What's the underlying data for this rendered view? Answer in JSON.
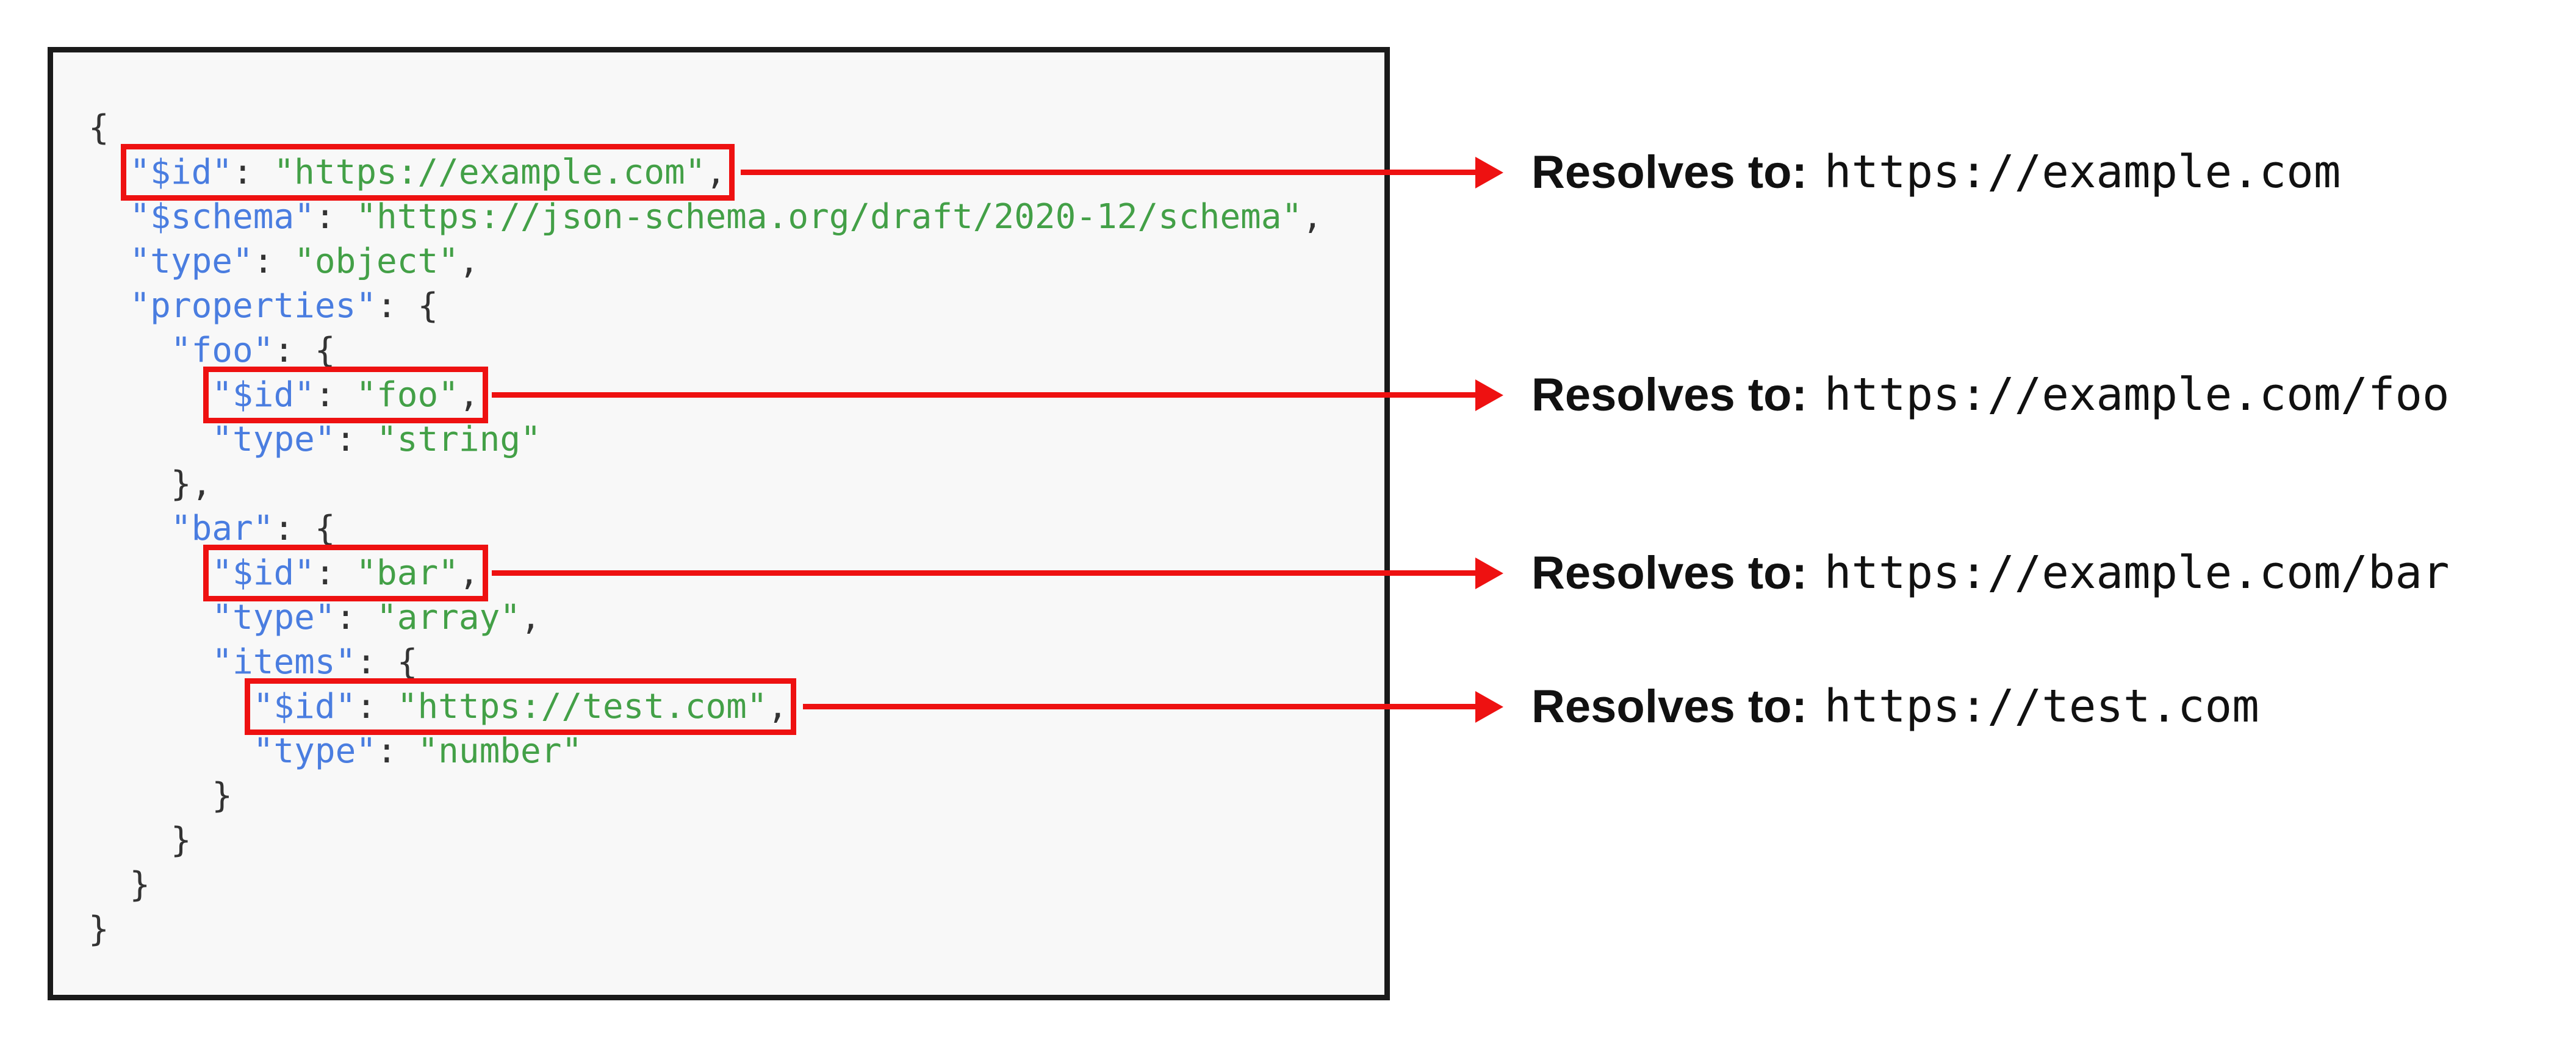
{
  "colors": {
    "accent_red": "#ee1111",
    "key_blue": "#4a7de0",
    "string_green": "#43a047",
    "punctuation": "#333333",
    "panel_border": "#1a1a1a",
    "panel_background": "#f8f8f8",
    "page_background": "#ffffff",
    "annotation_text": "#111111"
  },
  "code": {
    "lines": [
      [
        {
          "t": "{",
          "c": "p"
        }
      ],
      [
        {
          "t": "  ",
          "c": "p"
        },
        {
          "hl": true,
          "tokens": [
            {
              "t": "\"$id\"",
              "c": "k"
            },
            {
              "t": ": ",
              "c": "p"
            },
            {
              "t": "\"https://example.com\"",
              "c": "s"
            },
            {
              "t": ",",
              "c": "p"
            }
          ]
        }
      ],
      [
        {
          "t": "  ",
          "c": "p"
        },
        {
          "t": "\"$schema\"",
          "c": "k"
        },
        {
          "t": ": ",
          "c": "p"
        },
        {
          "t": "\"https://json-schema.org/draft/2020-12/schema\"",
          "c": "s"
        },
        {
          "t": ",",
          "c": "p"
        }
      ],
      [
        {
          "t": "  ",
          "c": "p"
        },
        {
          "t": "\"type\"",
          "c": "k"
        },
        {
          "t": ": ",
          "c": "p"
        },
        {
          "t": "\"object\"",
          "c": "s"
        },
        {
          "t": ",",
          "c": "p"
        }
      ],
      [
        {
          "t": "  ",
          "c": "p"
        },
        {
          "t": "\"properties\"",
          "c": "k"
        },
        {
          "t": ": {",
          "c": "p"
        }
      ],
      [
        {
          "t": "    ",
          "c": "p"
        },
        {
          "t": "\"foo\"",
          "c": "k"
        },
        {
          "t": ": {",
          "c": "p"
        }
      ],
      [
        {
          "t": "      ",
          "c": "p"
        },
        {
          "hl": true,
          "tokens": [
            {
              "t": "\"$id\"",
              "c": "k"
            },
            {
              "t": ": ",
              "c": "p"
            },
            {
              "t": "\"foo\"",
              "c": "s"
            },
            {
              "t": ",",
              "c": "p"
            }
          ]
        }
      ],
      [
        {
          "t": "      ",
          "c": "p"
        },
        {
          "t": "\"type\"",
          "c": "k"
        },
        {
          "t": ": ",
          "c": "p"
        },
        {
          "t": "\"string\"",
          "c": "s"
        }
      ],
      [
        {
          "t": "    },",
          "c": "p"
        }
      ],
      [
        {
          "t": "    ",
          "c": "p"
        },
        {
          "t": "\"bar\"",
          "c": "k"
        },
        {
          "t": ": {",
          "c": "p"
        }
      ],
      [
        {
          "t": "      ",
          "c": "p"
        },
        {
          "hl": true,
          "tokens": [
            {
              "t": "\"$id\"",
              "c": "k"
            },
            {
              "t": ": ",
              "c": "p"
            },
            {
              "t": "\"bar\"",
              "c": "s"
            },
            {
              "t": ",",
              "c": "p"
            }
          ]
        }
      ],
      [
        {
          "t": "      ",
          "c": "p"
        },
        {
          "t": "\"type\"",
          "c": "k"
        },
        {
          "t": ": ",
          "c": "p"
        },
        {
          "t": "\"array\"",
          "c": "s"
        },
        {
          "t": ",",
          "c": "p"
        }
      ],
      [
        {
          "t": "      ",
          "c": "p"
        },
        {
          "t": "\"items\"",
          "c": "k"
        },
        {
          "t": ": {",
          "c": "p"
        }
      ],
      [
        {
          "t": "        ",
          "c": "p"
        },
        {
          "hl": true,
          "tokens": [
            {
              "t": "\"$id\"",
              "c": "k"
            },
            {
              "t": ": ",
              "c": "p"
            },
            {
              "t": "\"https://test.com\"",
              "c": "s"
            },
            {
              "t": ",",
              "c": "p"
            }
          ]
        }
      ],
      [
        {
          "t": "        ",
          "c": "p"
        },
        {
          "t": "\"type\"",
          "c": "k"
        },
        {
          "t": ": ",
          "c": "p"
        },
        {
          "t": "\"number\"",
          "c": "s"
        }
      ],
      [
        {
          "t": "      }",
          "c": "p"
        }
      ],
      [
        {
          "t": "    }",
          "c": "p"
        }
      ],
      [
        {
          "t": "  }",
          "c": "p"
        }
      ],
      [
        {
          "t": "}",
          "c": "p"
        }
      ]
    ]
  },
  "annotations": [
    {
      "label": "Resolves to:",
      "url": "https://example.com"
    },
    {
      "label": "Resolves to:",
      "url": "https://example.com/foo"
    },
    {
      "label": "Resolves to:",
      "url": "https://example.com/bar"
    },
    {
      "label": "Resolves to:",
      "url": "https://test.com"
    }
  ]
}
